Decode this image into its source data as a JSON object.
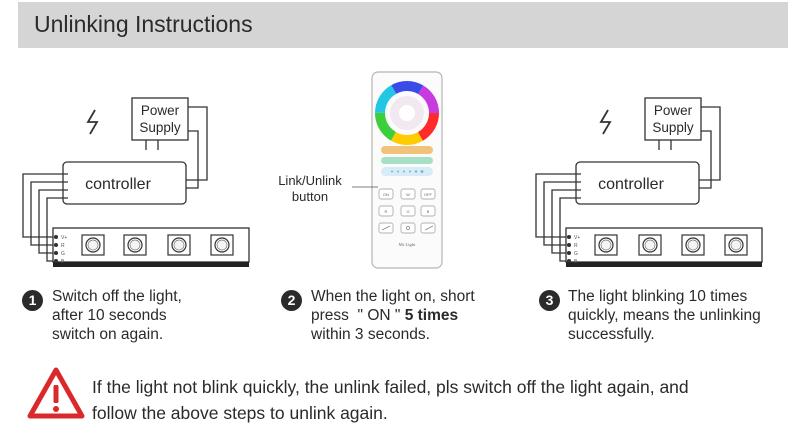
{
  "header": {
    "title": "Unlinking Instructions"
  },
  "diagram_left": {
    "power_supply_line1": "Power",
    "power_supply_line2": "Supply",
    "controller": "controller",
    "pin_labels": [
      "V+",
      "R",
      "G",
      "B"
    ]
  },
  "diagram_right": {
    "power_supply_line1": "Power",
    "power_supply_line2": "Supply",
    "controller": "controller",
    "pin_labels": [
      "V+",
      "R",
      "G",
      "B"
    ]
  },
  "remote": {
    "callout_line1": "Link/Unlink",
    "callout_line2": "button",
    "buttons_row1": [
      "ON",
      "W",
      "OFF"
    ],
    "buttons_row2": [
      "R",
      "G",
      "B"
    ],
    "brand": "Mi·Light"
  },
  "steps": [
    {
      "number": "1",
      "line1": "Switch off the light,",
      "line2": "after 10 seconds",
      "line3": "switch on again."
    },
    {
      "number": "2",
      "line1": "When the light on, short",
      "line2_pre": "press  \" ON \" ",
      "line2_bold": "5 times",
      "line3": "within 3 seconds."
    },
    {
      "number": "3",
      "line1": "The light blinking 10 times",
      "line2": "quickly, means the unlinking",
      "line3": "successfully."
    }
  ],
  "warning": {
    "line1": "If the light not blink quickly, the unlink failed, pls switch off the light again, and",
    "line2": "follow the above steps to unlink again.",
    "icon_color": "#d9292b"
  }
}
